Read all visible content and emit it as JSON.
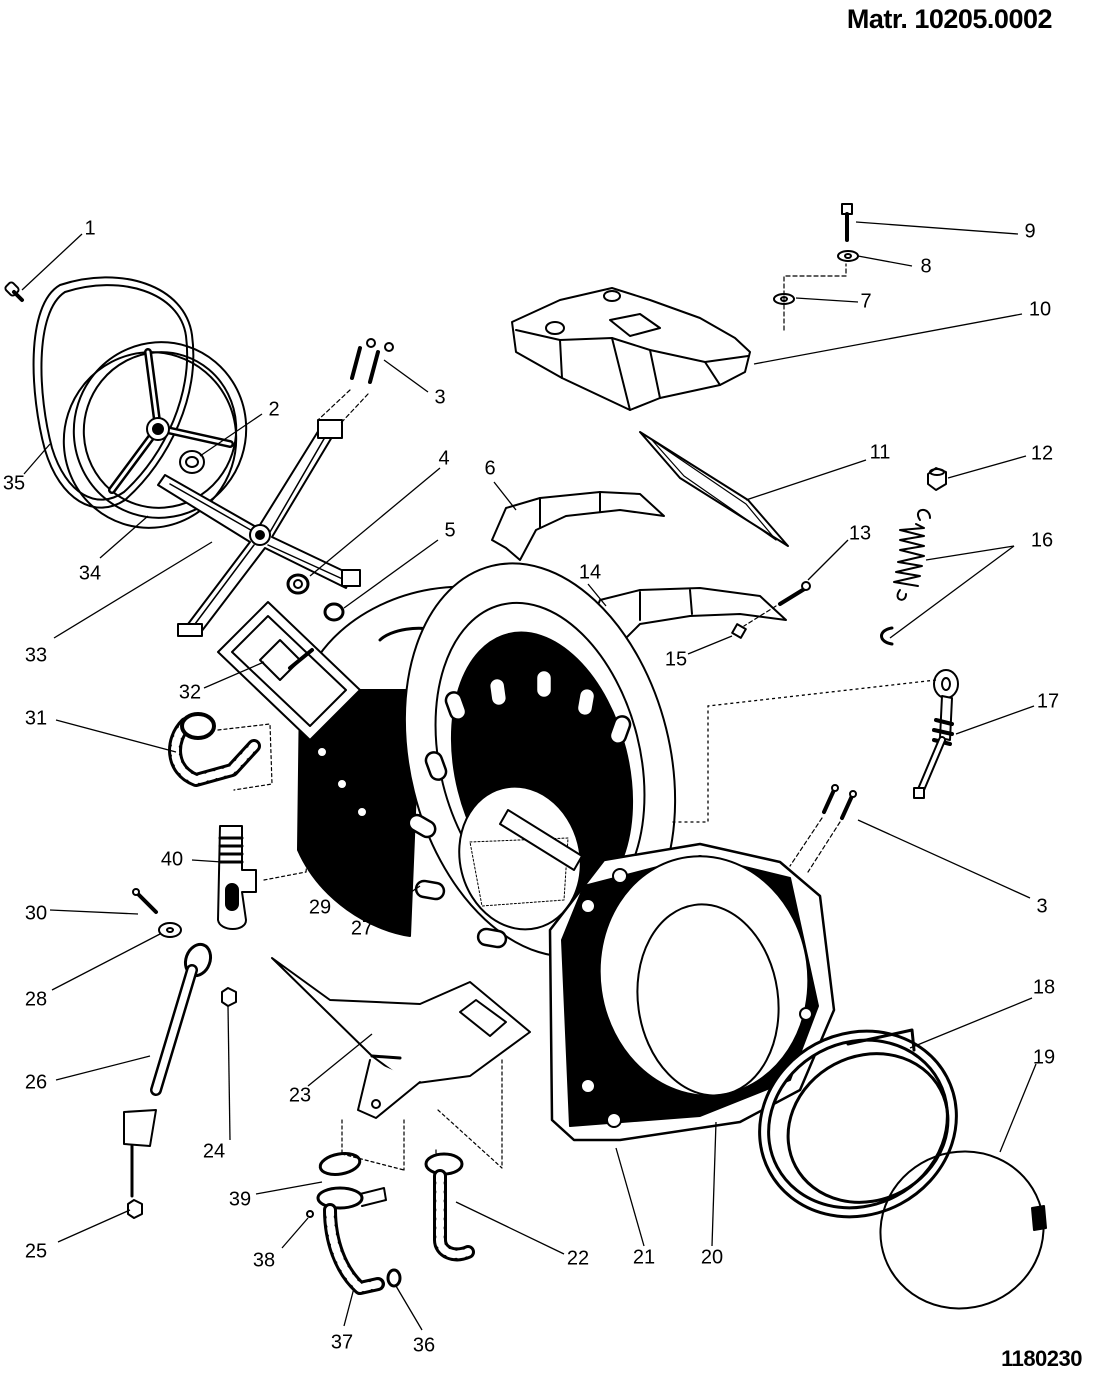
{
  "header": {
    "material_number": "Matr. 10205.0002"
  },
  "footer": {
    "drawing_number": "1180230"
  },
  "parts": [
    {
      "id": "1",
      "label": "1"
    },
    {
      "id": "2",
      "label": "2"
    },
    {
      "id": "3",
      "label": "3"
    },
    {
      "id": "3b",
      "label": "3"
    },
    {
      "id": "4",
      "label": "4"
    },
    {
      "id": "5",
      "label": "5"
    },
    {
      "id": "6",
      "label": "6"
    },
    {
      "id": "7",
      "label": "7"
    },
    {
      "id": "8",
      "label": "8"
    },
    {
      "id": "9",
      "label": "9"
    },
    {
      "id": "10",
      "label": "10"
    },
    {
      "id": "11",
      "label": "11"
    },
    {
      "id": "12",
      "label": "12"
    },
    {
      "id": "13",
      "label": "13"
    },
    {
      "id": "14",
      "label": "14"
    },
    {
      "id": "15",
      "label": "15"
    },
    {
      "id": "16",
      "label": "16"
    },
    {
      "id": "17",
      "label": "17"
    },
    {
      "id": "18",
      "label": "18"
    },
    {
      "id": "19",
      "label": "19"
    },
    {
      "id": "20",
      "label": "20"
    },
    {
      "id": "21",
      "label": "21"
    },
    {
      "id": "22",
      "label": "22"
    },
    {
      "id": "23",
      "label": "23"
    },
    {
      "id": "24",
      "label": "24"
    },
    {
      "id": "25",
      "label": "25"
    },
    {
      "id": "26",
      "label": "26"
    },
    {
      "id": "27",
      "label": "27"
    },
    {
      "id": "28",
      "label": "28"
    },
    {
      "id": "29",
      "label": "29"
    },
    {
      "id": "30",
      "label": "30"
    },
    {
      "id": "31",
      "label": "31"
    },
    {
      "id": "32",
      "label": "32"
    },
    {
      "id": "33",
      "label": "33"
    },
    {
      "id": "34",
      "label": "34"
    },
    {
      "id": "35",
      "label": "35"
    },
    {
      "id": "36",
      "label": "36"
    },
    {
      "id": "37",
      "label": "37"
    },
    {
      "id": "38",
      "label": "38"
    },
    {
      "id": "39",
      "label": "39"
    },
    {
      "id": "40",
      "label": "40"
    }
  ]
}
